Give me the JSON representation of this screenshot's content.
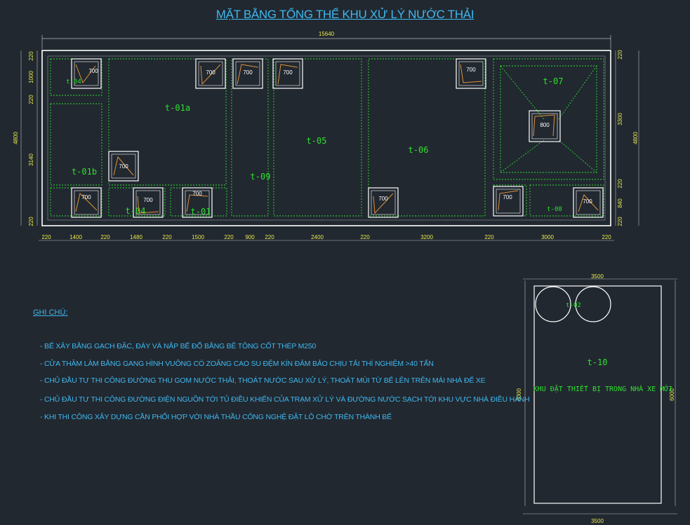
{
  "title": "MẶT BẰNG TỔNG THỂ KHU XỬ LÝ NƯỚC THẢI",
  "colors": {
    "background": "#212830",
    "green": "#2ee02e",
    "cyan": "#3fb8f0",
    "yellow": "#e8e84a",
    "white": "#ffffff",
    "orange": "#e0913a"
  },
  "plan": {
    "overall_width": "15640",
    "left_dims": [
      "220",
      "1000",
      "220",
      "3140",
      "220"
    ],
    "right_dims": [
      "220",
      "3300",
      "220",
      "840",
      "220"
    ],
    "left_total": "4800",
    "right_total": "4800",
    "bottom_dims": [
      "220",
      "1400",
      "220",
      "1480",
      "220",
      "1500",
      "220",
      "900",
      "220",
      "2400",
      "220",
      "3200",
      "220",
      "3000",
      "220"
    ],
    "tanks": [
      "t-01a",
      "t-01b",
      "t-04",
      "t-01",
      "t-09",
      "t-05",
      "t-06",
      "t-07",
      "t-08",
      "t-04"
    ],
    "manholes": [
      "700",
      "700",
      "700",
      "700",
      "700",
      "700",
      "700",
      "700",
      "700",
      "700",
      "700",
      "700",
      "800"
    ]
  },
  "notes": {
    "heading": "GHI CHÚ:",
    "items": [
      "- BỂ XÂY BẰNG GẠCH ĐẶC, ĐÁY VÀ NẮP BỂ ĐỔ BẰNG BÊ TÔNG CỐT THÉP M250",
      "- CỬA THĂM LÀM BẰNG GANG HÌNH VUÔNG CÓ ZOĂNG CAO SU ĐỆM KÍN ĐẢM BẢO CHỊU TẢI THÍ NGHIỆM >40 TẤN",
      "- CHỦ ĐẦU TƯ THI CÔNG ĐƯỜNG THU GOM NƯỚC THẢI, THOÁT NƯỚC SAU XỬ LÝ, THOÁT MÙI TỪ BỂ LÊN TRÊN MÁI NHÀ ĐỂ XE",
      "- CHỦ ĐẦU TƯ THI CÔNG ĐƯỜNG ĐIỆN NGUỒN TỚI TỦ ĐIỀU KHIỂN CỦA TRẠM XỬ LÝ VÀ ĐƯỜNG NƯỚC SẠCH TỚI KHU VỰC NHÀ ĐIỀU HÀNH",
      "- KHI THI CÔNG XÂY DỰNG CẦN PHỐI HỢP VỚI NHÀ THẦU CÔNG NGHỆ ĐẶT LÔ CHỜ TRÊN THÀNH BỂ"
    ]
  },
  "equipment_room": {
    "width_top": "3500",
    "width_bottom": "3500",
    "height_left": "6000",
    "height_right": "6000",
    "tank_label": "t-10",
    "small_tank_label": "t-02",
    "text": "KHU ĐẶT THIẾT BỊ TRONG NHÀ XE MỚI"
  }
}
